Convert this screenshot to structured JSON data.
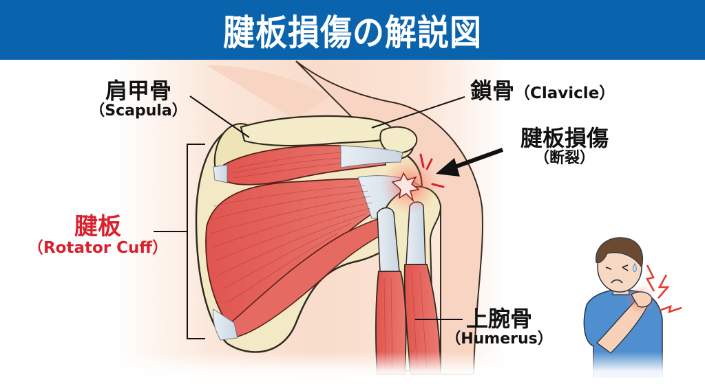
{
  "header": {
    "title": "腱板損傷の解説図",
    "background_color": "#0a63ad",
    "text_color": "#ffffff"
  },
  "labels": {
    "scapula": {
      "jp": "肩甲骨",
      "en": "（Scapula）"
    },
    "clavicle": {
      "jp": "鎖骨",
      "en": "（Clavicle）"
    },
    "injury": {
      "jp": "腱板損傷",
      "en": "（断裂）"
    },
    "rotator_cuff": {
      "jp": "腱板",
      "en": "（Rotator Cuff）",
      "color": "#d8212c"
    },
    "humerus": {
      "jp": "上腕骨",
      "en": "（Humerus）"
    }
  },
  "illustration": {
    "structures": [
      "scapula",
      "clavicle",
      "acromion",
      "supraspinatus",
      "infraspinatus",
      "teres-minor",
      "biceps-tendons",
      "humerus",
      "tear-site"
    ],
    "inset": "person-holding-painful-shoulder",
    "colors": {
      "bone": "#f3e9c4",
      "muscle": "#e4605a",
      "tendon": "#dfe6ee",
      "skin": "#f8d7c4",
      "shirt": "#4f8fcf",
      "pain": "#e23b2e"
    }
  }
}
